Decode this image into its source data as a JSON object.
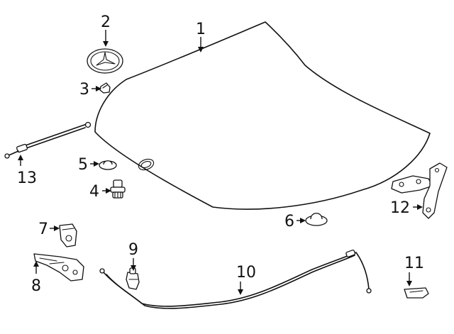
{
  "callouts": {
    "c1": "1",
    "c2": "2",
    "c3": "3",
    "c4": "4",
    "c5": "5",
    "c6": "6",
    "c7": "7",
    "c8": "8",
    "c9": "9",
    "c10": "10",
    "c11": "11",
    "c12": "12",
    "c13": "13"
  },
  "colors": {
    "line": "#111111",
    "background": "#ffffff"
  },
  "icons": {
    "emblem": "star-emblem-icon"
  }
}
